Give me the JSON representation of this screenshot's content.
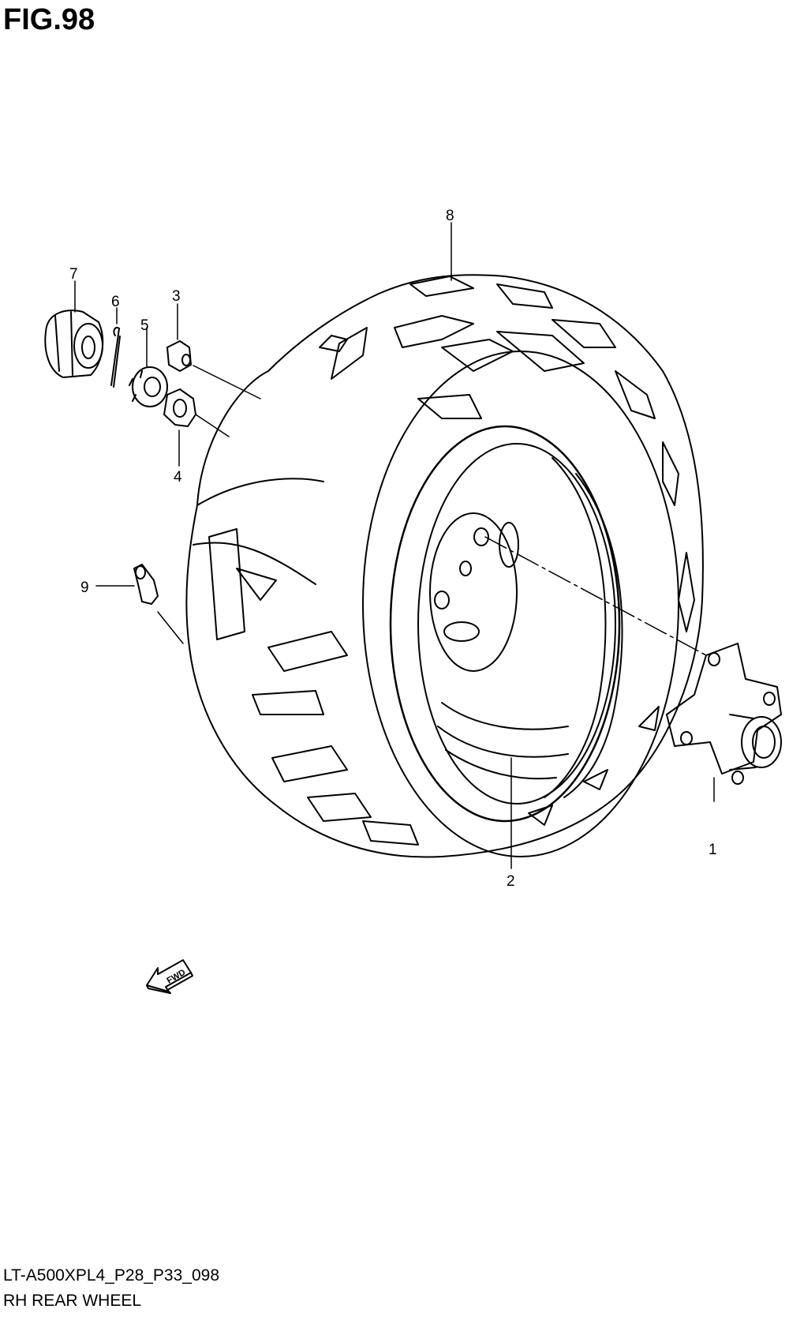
{
  "figure": {
    "title": "FIG.98",
    "code": "LT-A500XPL4_P28_P33_098",
    "name": "RH REAR WHEEL"
  },
  "callouts": [
    {
      "id": "1",
      "label": "1"
    },
    {
      "id": "2",
      "label": "2"
    },
    {
      "id": "3",
      "label": "3"
    },
    {
      "id": "4",
      "label": "4"
    },
    {
      "id": "5",
      "label": "5"
    },
    {
      "id": "6",
      "label": "6"
    },
    {
      "id": "7",
      "label": "7"
    },
    {
      "id": "8",
      "label": "8"
    },
    {
      "id": "9",
      "label": "9"
    }
  ],
  "direction_arrow": {
    "label": "FWD"
  }
}
